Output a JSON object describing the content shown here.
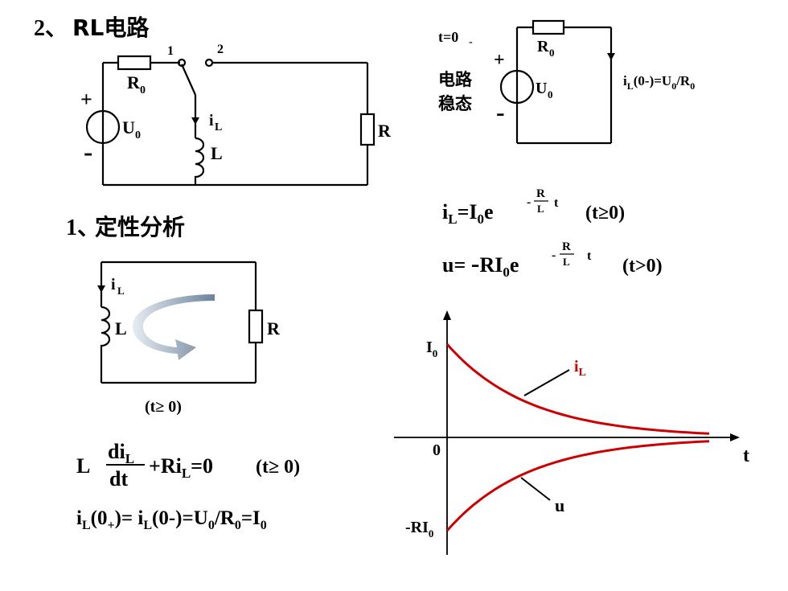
{
  "colors": {
    "curve": "#cc0000",
    "ink": "#000000",
    "arrow_light": "#dfe6ee",
    "arrow_dark": "#6c8299"
  },
  "heading": {
    "number": "2、",
    "text": "RL电路"
  },
  "section1": {
    "number": "1、",
    "text": "定性分析"
  },
  "circuit1": {
    "switch_pos1": "1",
    "switch_pos2": "2",
    "resistor_main": "R",
    "resistor_r0": "R",
    "resistor_r0_sub": "0",
    "source": "U",
    "source_sub": "0",
    "plus": "+",
    "minus": "-",
    "current": "i",
    "current_sub": "L",
    "inductor": "L"
  },
  "circuit2": {
    "t_label": "t=0",
    "t_sub": "-",
    "steady_line1": "电路",
    "steady_line2": "稳态",
    "resistor": "R",
    "resistor_sub": "0",
    "source": "U",
    "source_sub": "0",
    "plus": "+",
    "minus": "-",
    "cur_i": "i",
    "cur_L": "L",
    "cur_mid": "(0-)=U",
    "cur_0a": "0",
    "cur_slash": "/R",
    "cur_0b": "0"
  },
  "circuit3": {
    "current": "i",
    "current_sub": "L",
    "inductor": "L",
    "resistor": "R",
    "condition": "(t≥ 0)"
  },
  "formula_il": {
    "lhs": "i",
    "lhs_sub": "L",
    "eq": "=I",
    "eq_sub": "0",
    "e": "e",
    "exp_sign": "-",
    "exp_num": "R",
    "exp_den": "L",
    "exp_t": "t",
    "cond": "(t≥0)"
  },
  "formula_u": {
    "lhs": "u= ",
    "neg": "-",
    "ri": "RI",
    "ri_sub": "0",
    "e": "e",
    "exp_sign": "-",
    "exp_num": "R",
    "exp_den": "L",
    "exp_t": "t",
    "cond": "(t>0)"
  },
  "diffeq": {
    "L": "L",
    "num": "di",
    "num_sub": "L",
    "den": "dt",
    "term": "+Ri",
    "term_sub": "L",
    "eq": "=0",
    "cond": "(t≥ 0)"
  },
  "initial": {
    "a": "i",
    "a_sub": "L",
    "b": "(0",
    "b_sub": "+",
    "c": ")= i",
    "c_sub": "L",
    "d": "(0-)=U",
    "d_sub": "0",
    "e": "/R",
    "e_sub": "0",
    "f": "=I",
    "f_sub": "0"
  },
  "chart_data": {
    "type": "line",
    "title": "",
    "xlabel": "t",
    "ylabel": "",
    "y_tick_labels": [
      "I0",
      "0",
      "-RI0"
    ],
    "series": [
      {
        "name": "iL",
        "label_main": "i",
        "label_sub": "L",
        "description": "I0·e^(-Rt/L), starts at I0 and decays to 0"
      },
      {
        "name": "u",
        "label_main": "u",
        "description": "-RI0·e^(-Rt/L), starts at -RI0 and rises to 0"
      }
    ],
    "y_labels": {
      "i0_main": "I",
      "i0_sub": "0",
      "zero": "0",
      "neg_main": "-RI",
      "neg_sub": "0"
    }
  }
}
